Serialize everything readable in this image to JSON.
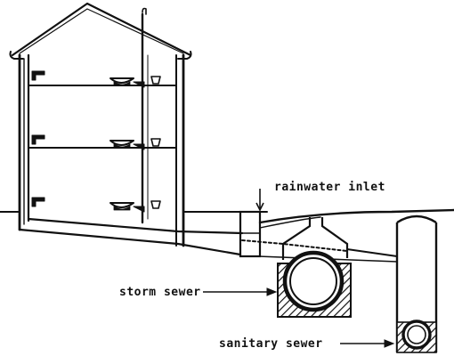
{
  "labels": {
    "rainwater_inlet": "rainwater inlet",
    "storm_sewer": "storm sewer",
    "sanitary_sewer": "sanitary sewer"
  },
  "colors": {
    "ink": "#111111",
    "paper": "#ffffff"
  }
}
